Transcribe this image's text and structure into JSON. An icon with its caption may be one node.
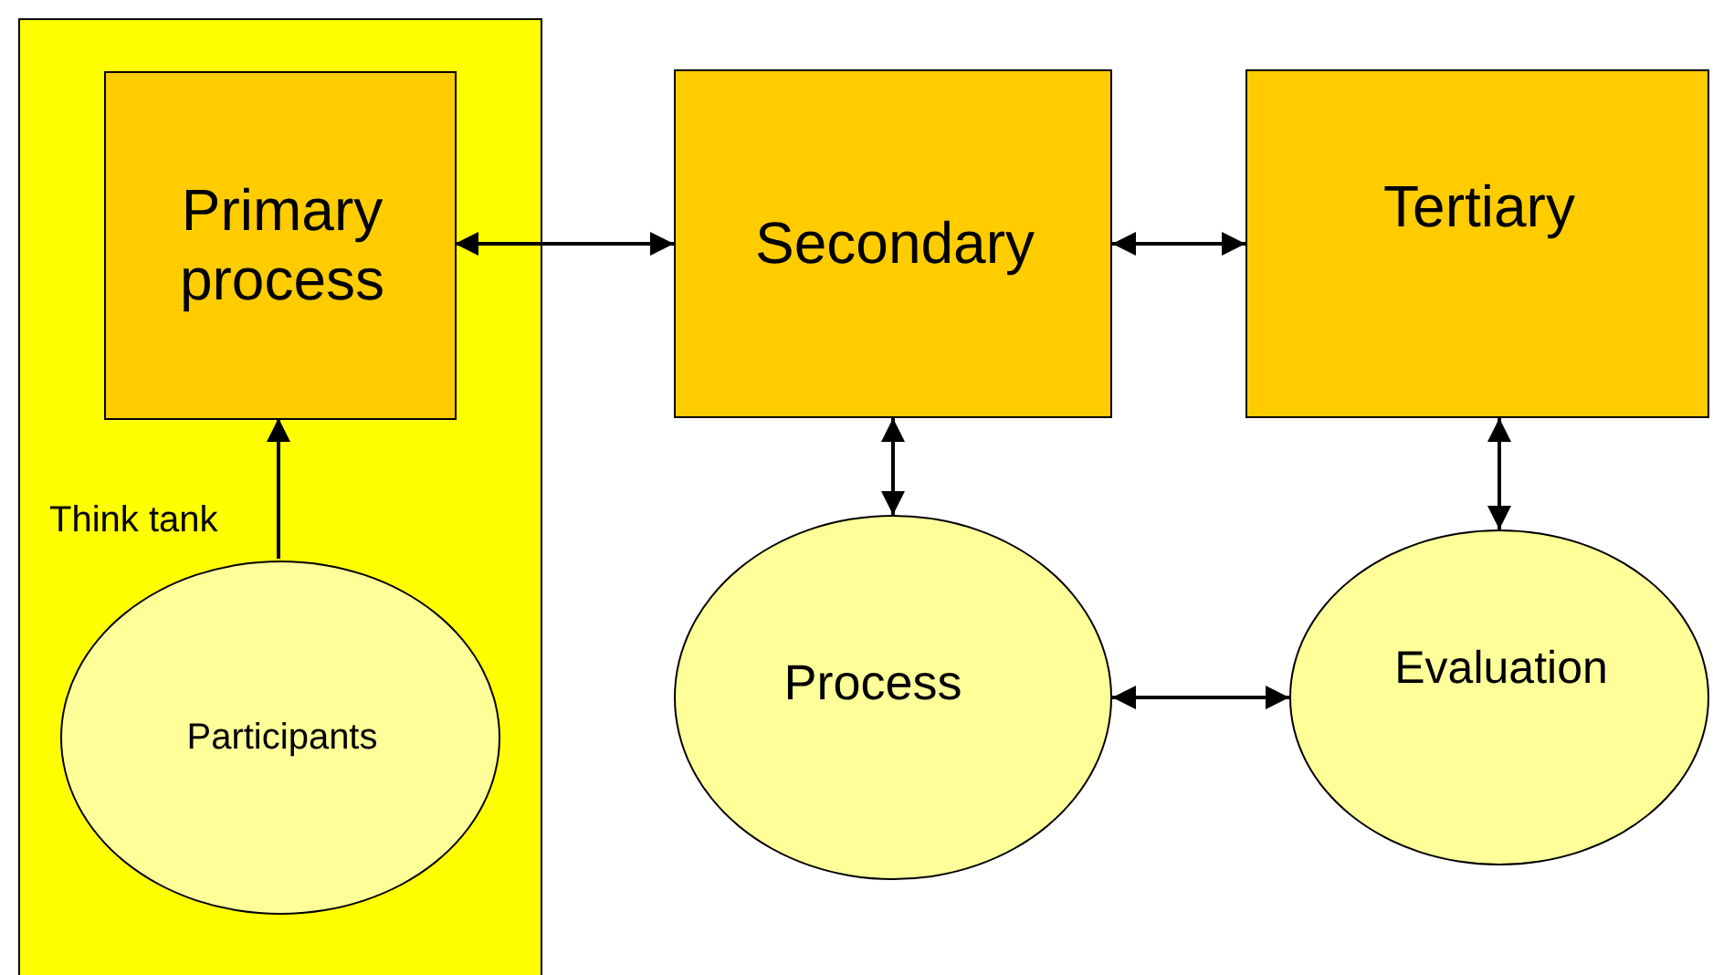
{
  "diagram": {
    "nodes": [
      {
        "text": [
          "Think tank"
        ]
      },
      {
        "text": [
          "Primary process"
        ],
        "in": 0
      },
      {
        "text": [
          "Participants"
        ],
        "in": 0
      },
      {
        "text": [
          "Secondary"
        ]
      },
      {
        "text": [
          "Tertiary"
        ]
      },
      {
        "text": [
          "Process"
        ]
      },
      {
        "text": [
          "Evaluation"
        ]
      }
    ],
    "edges": [
      {
        "from": 2,
        "to": 1,
        "arrow": "to"
      },
      {
        "from": 1,
        "to": 3,
        "arrow": "both"
      },
      {
        "from": 3,
        "to": 4,
        "arrow": "both"
      },
      {
        "from": 3,
        "to": 5,
        "arrow": "both"
      },
      {
        "from": 4,
        "to": 6,
        "arrow": "both"
      },
      {
        "from": 5,
        "to": 6,
        "arrow": "both"
      }
    ]
  }
}
